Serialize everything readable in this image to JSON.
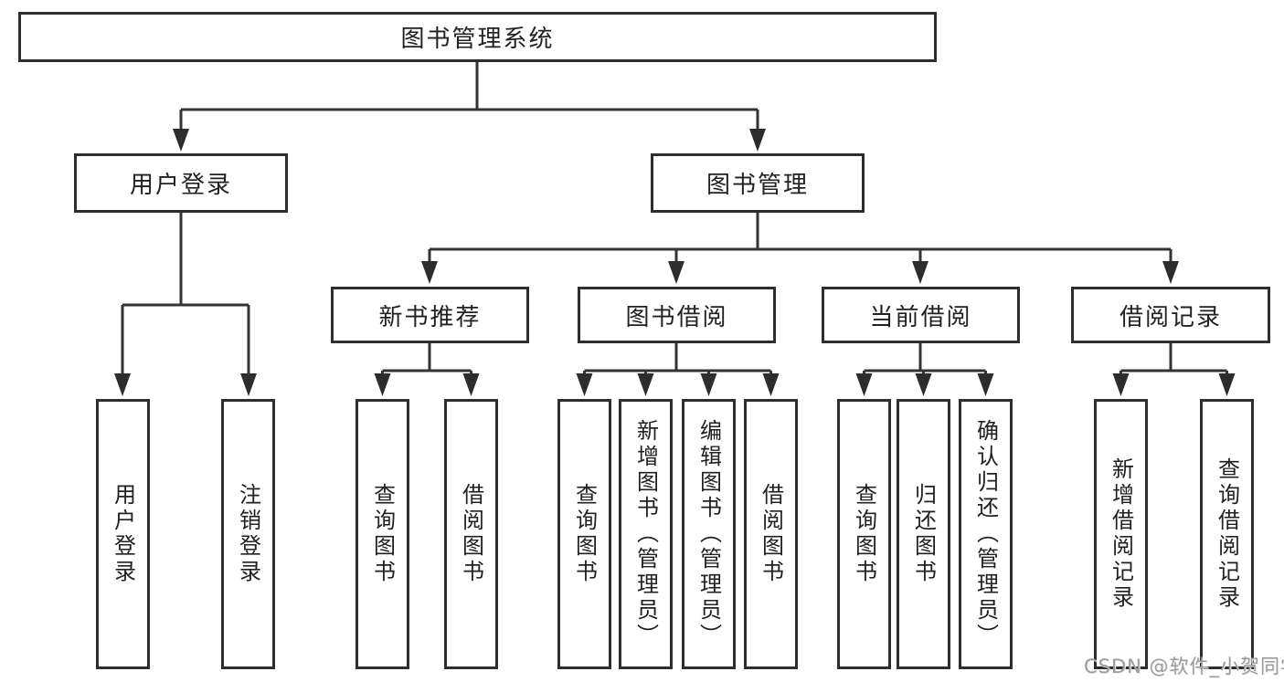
{
  "diagram": {
    "root": {
      "label": "图书管理系统"
    },
    "branches": [
      {
        "label": "用户登录",
        "leaves": [
          {
            "label": "用户登录"
          },
          {
            "label": "注销登录"
          }
        ]
      },
      {
        "label": "图书管理",
        "groups": [
          {
            "label": "新书推荐",
            "leaves": [
              {
                "label": "查询图书"
              },
              {
                "label": "借阅图书"
              }
            ]
          },
          {
            "label": "图书借阅",
            "leaves": [
              {
                "label": "查询图书"
              },
              {
                "label": "新增图书（管理员）"
              },
              {
                "label": "编辑图书（管理员）"
              },
              {
                "label": "借阅图书"
              }
            ]
          },
          {
            "label": "当前借阅",
            "leaves": [
              {
                "label": "查询图书"
              },
              {
                "label": "归还图书"
              },
              {
                "label": "确认归还（管理员）"
              }
            ]
          },
          {
            "label": "借阅记录",
            "leaves": [
              {
                "label": "新增借阅记录"
              },
              {
                "label": "查询借阅记录"
              }
            ]
          }
        ]
      }
    ]
  },
  "watermark": {
    "text": "CSDN @软件_小贺同学"
  },
  "colors": {
    "line": "#333333",
    "box_border": "#2d2d2d",
    "text": "#212121",
    "watermark": "#9b9b9b",
    "background": "#ffffff"
  }
}
